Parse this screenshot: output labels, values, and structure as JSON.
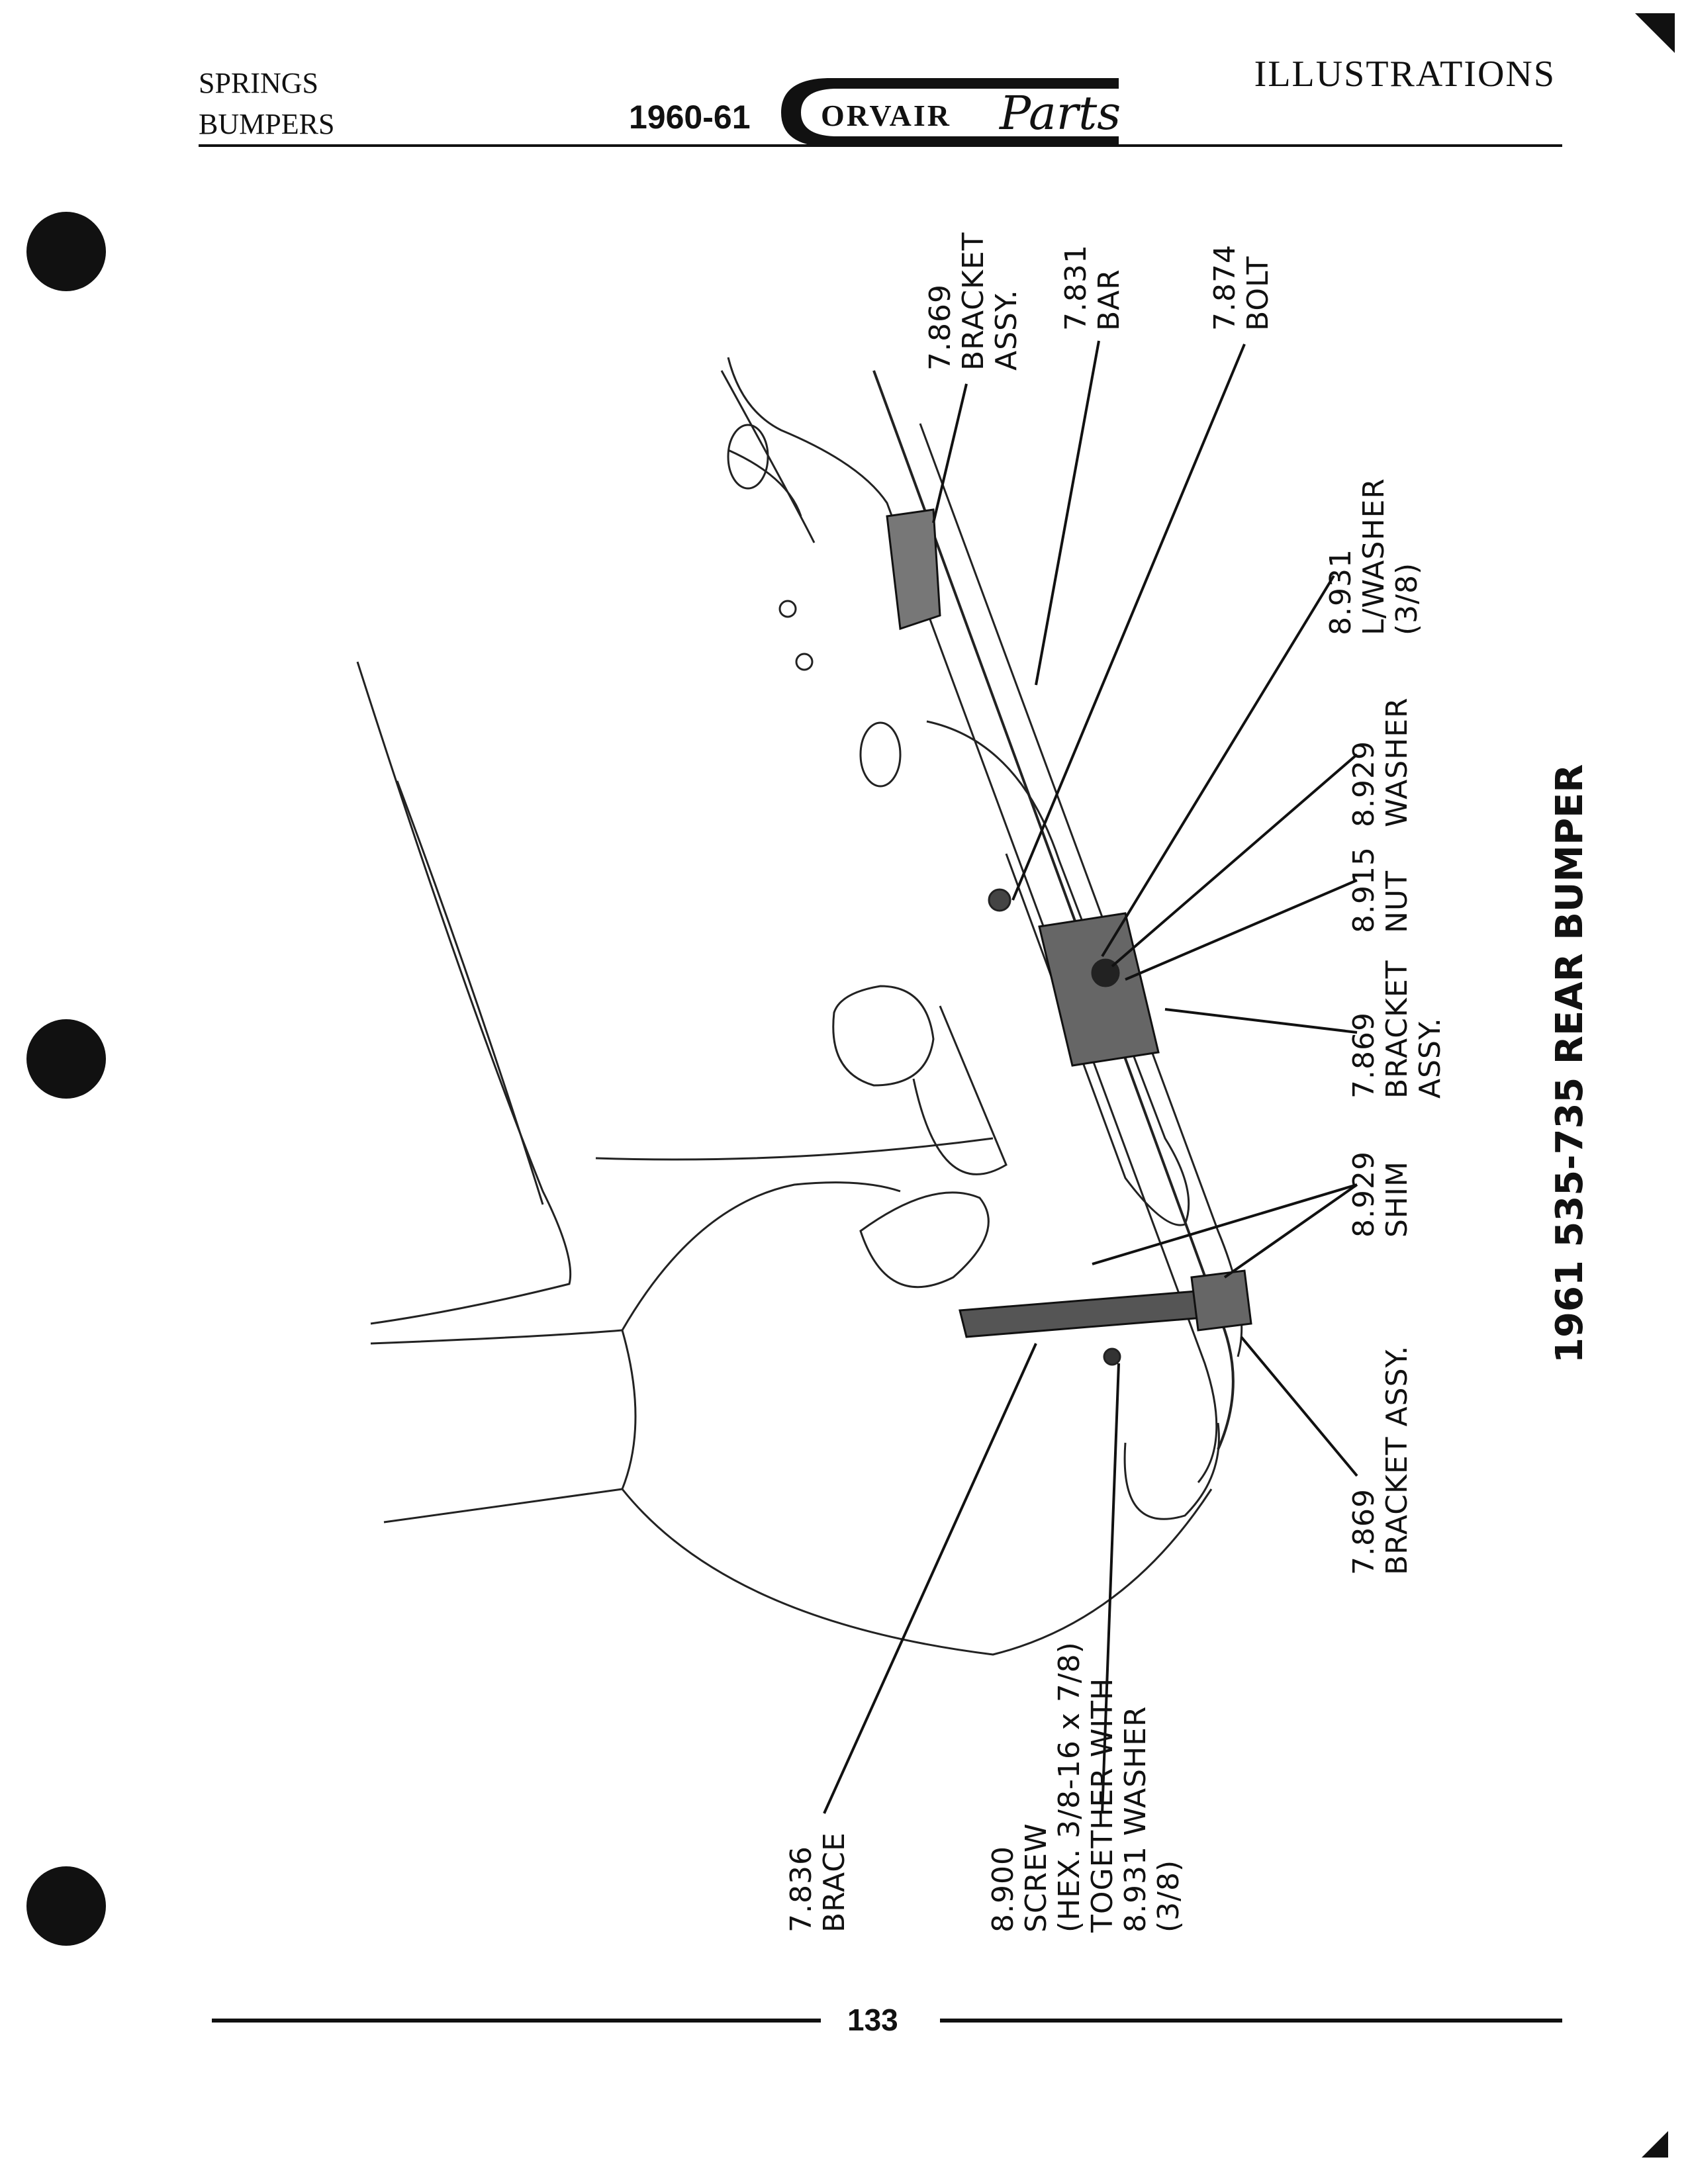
{
  "header": {
    "section_line1": "SPRINGS",
    "section_line2": "BUMPERS",
    "year": "1960-61",
    "brand": "ORVAIR",
    "parts_script": "Parts",
    "category": "ILLUSTRATIONS"
  },
  "diagram": {
    "title": "1961 535-735 REAR BUMPER",
    "callouts": [
      {
        "id": "c1",
        "lines": [
          "7.869",
          "BRACKET",
          "ASSY."
        ]
      },
      {
        "id": "c2",
        "lines": [
          "7.831",
          "BAR"
        ]
      },
      {
        "id": "c3",
        "lines": [
          "7.874",
          "BOLT"
        ]
      },
      {
        "id": "c4",
        "lines": [
          "8.931",
          "L/WASHER",
          "(3/8)"
        ]
      },
      {
        "id": "c5",
        "lines": [
          "8.929",
          "WASHER"
        ]
      },
      {
        "id": "c6",
        "lines": [
          "8.915",
          "NUT"
        ]
      },
      {
        "id": "c7",
        "lines": [
          "7.869",
          "BRACKET",
          "ASSY."
        ]
      },
      {
        "id": "c8",
        "lines": [
          "8.929",
          "SHIM"
        ]
      },
      {
        "id": "c9",
        "lines": [
          "7.869",
          "BRACKET ASSY."
        ]
      },
      {
        "id": "c10",
        "lines": [
          "7.836",
          "BRACE"
        ]
      },
      {
        "id": "c11",
        "lines": [
          "8.900",
          "SCREW",
          "(HEX. 3/8-16 x 7/8)",
          "TOGETHER WITH",
          "8.931 WASHER",
          "(3/8)"
        ]
      }
    ]
  },
  "footer": {
    "page_number": "133"
  }
}
